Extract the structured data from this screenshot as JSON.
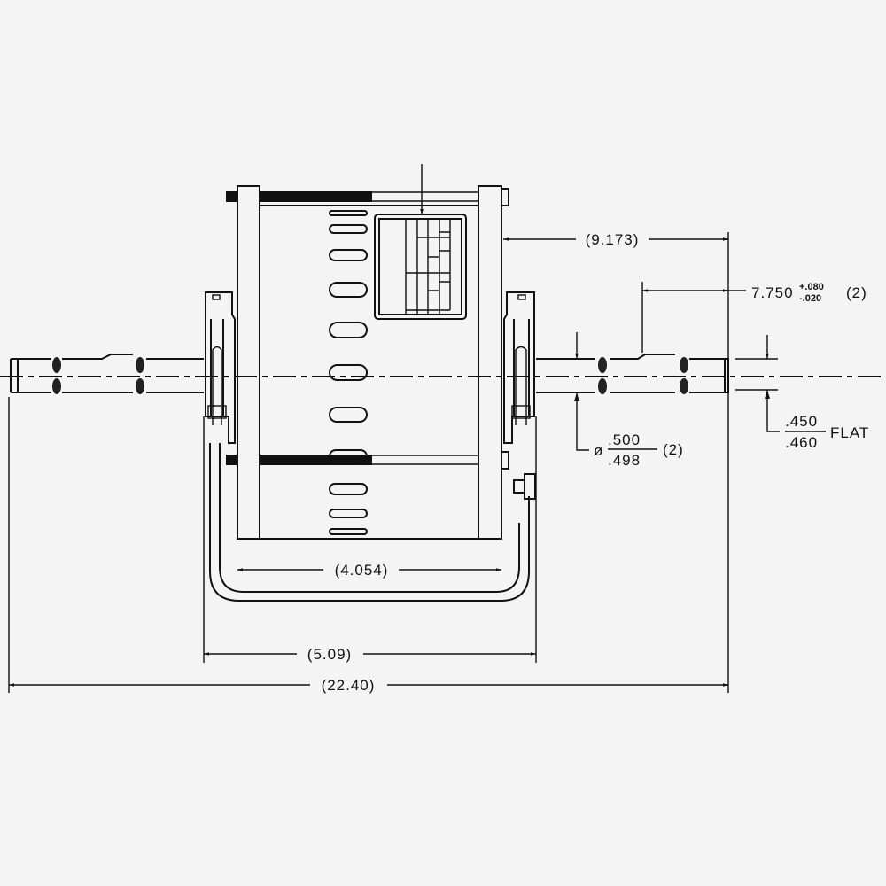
{
  "drawing": {
    "dimensions": {
      "overall_length": "(22.40)",
      "bracket_width": "(5.09)",
      "handle_inner_width": "(4.054)",
      "frame_to_shaft_end": "(9.173)",
      "shaft_length": "7.750",
      "shaft_length_tol_plus": "+.080",
      "shaft_length_tol_minus": "-.020",
      "shaft_length_qty": "(2)",
      "shaft_dia_symbol": "ø",
      "shaft_dia_max": ".500",
      "shaft_dia_min": ".498",
      "shaft_dia_qty": "(2)",
      "flat_min": ".450",
      "flat_max": ".460",
      "flat_label": "FLAT"
    },
    "colors": {
      "background": "#f4f4f4",
      "line": "#111111"
    }
  }
}
